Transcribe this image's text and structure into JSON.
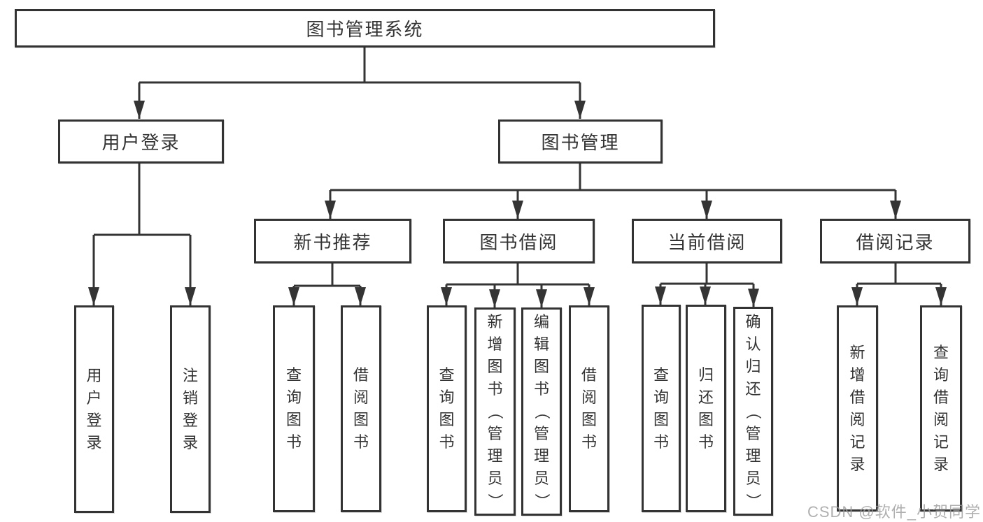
{
  "nodes": {
    "root": "图书管理系统",
    "user_login": "用户登录",
    "book_mgmt": "图书管理",
    "leaf_user_login": "用户登录",
    "leaf_logout": "注销登录",
    "new_book_rec": "新书推荐",
    "book_borrow": "图书借阅",
    "current_borrow": "当前借阅",
    "borrow_records": "借阅记录",
    "nb_query_book": "查询图书",
    "nb_borrow_book": "借阅图书",
    "bb_query_book": "查询图书",
    "bb_add_book": "新增图书（管理员）",
    "bb_edit_book": "编辑图书（管理员）",
    "bb_borrow_book": "借阅图书",
    "cb_query_book": "查询图书",
    "cb_return_book": "归还图书",
    "cb_confirm_return": "确认归还（管理员）",
    "br_add_record": "新增借阅记录",
    "br_query_record": "查询借阅记录"
  },
  "watermark": "CSDN @软件_小贺同学",
  "colors": {
    "line": "#343434",
    "border": "#333333",
    "text": "#333333",
    "watermark": "#9c9c9c",
    "background": "#ffffff"
  }
}
